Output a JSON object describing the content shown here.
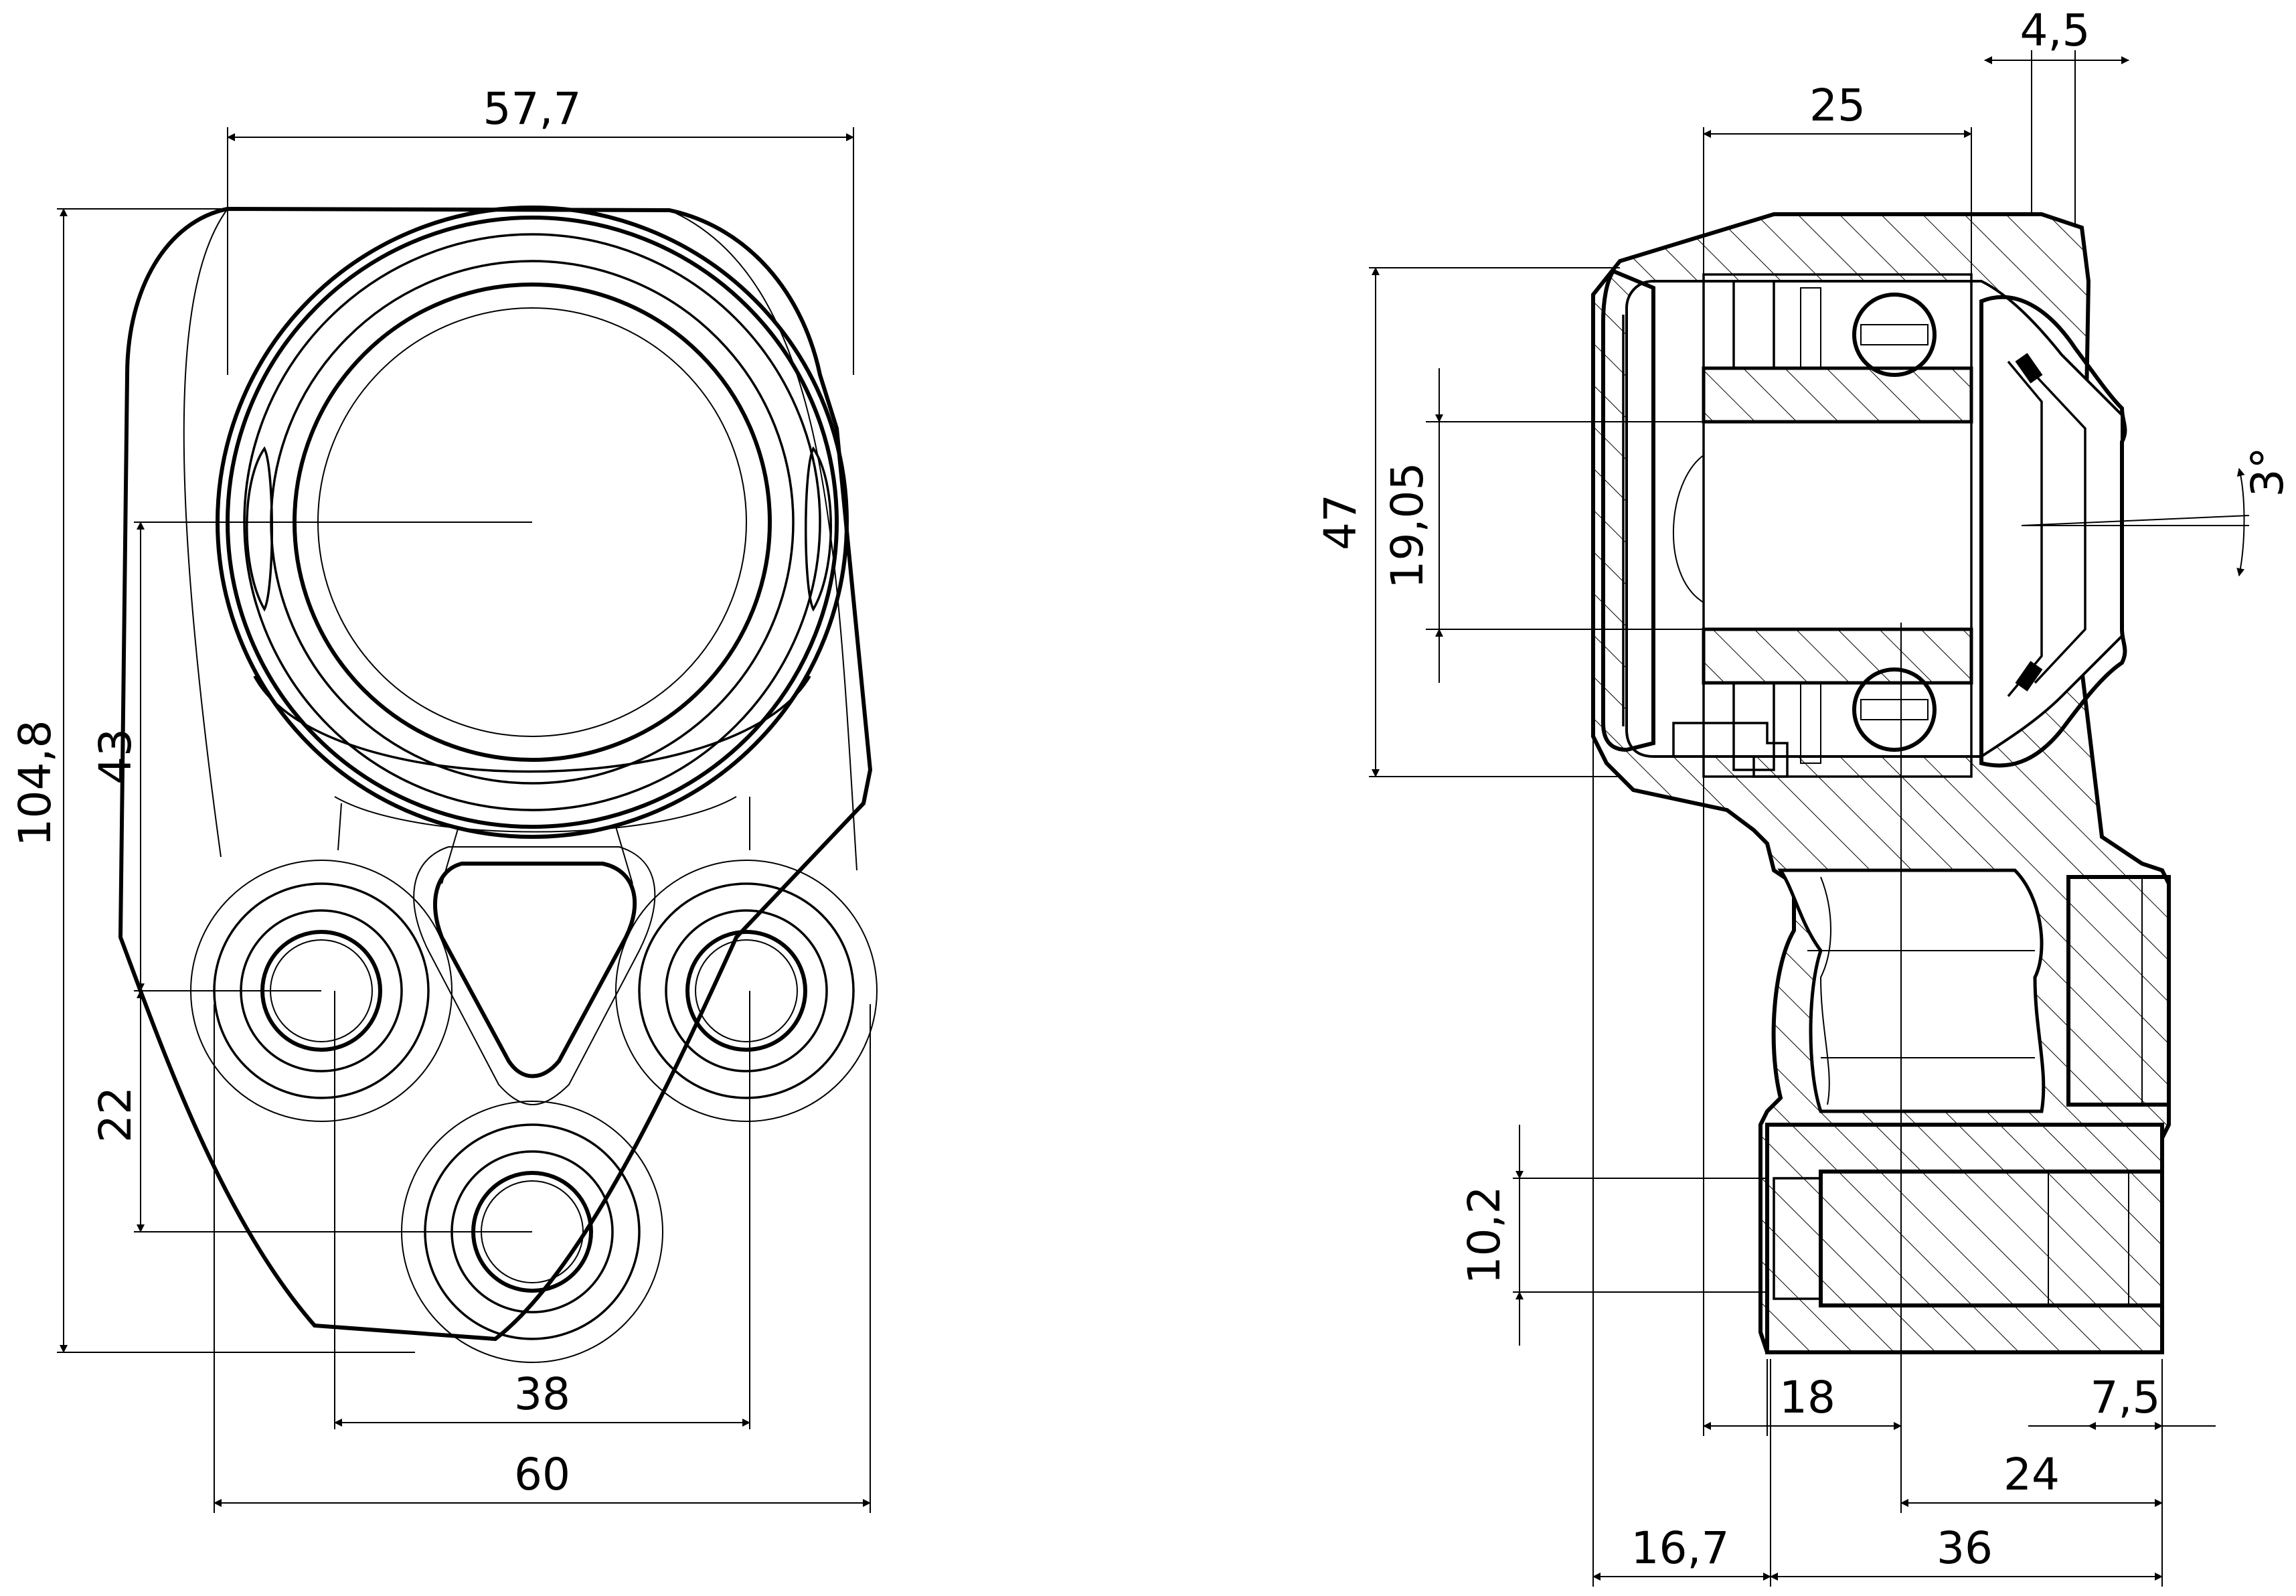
{
  "front_view": {
    "dims": {
      "width_top": "57,7",
      "height_total": "104,8",
      "center_spacing_43": "43",
      "center_spacing_22": "22",
      "port_spacing_38": "38",
      "base_width_60": "60"
    }
  },
  "side_view": {
    "dims": {
      "top_small": "4,5",
      "bearing_width": "25",
      "bearing_od": "47",
      "bore": "19,05",
      "angle": "3°",
      "port_thread": "10,2",
      "offset_18": "18",
      "offset_7_5": "7,5",
      "offset_24": "24",
      "offset_16_7": "16,7",
      "offset_36": "36"
    }
  }
}
